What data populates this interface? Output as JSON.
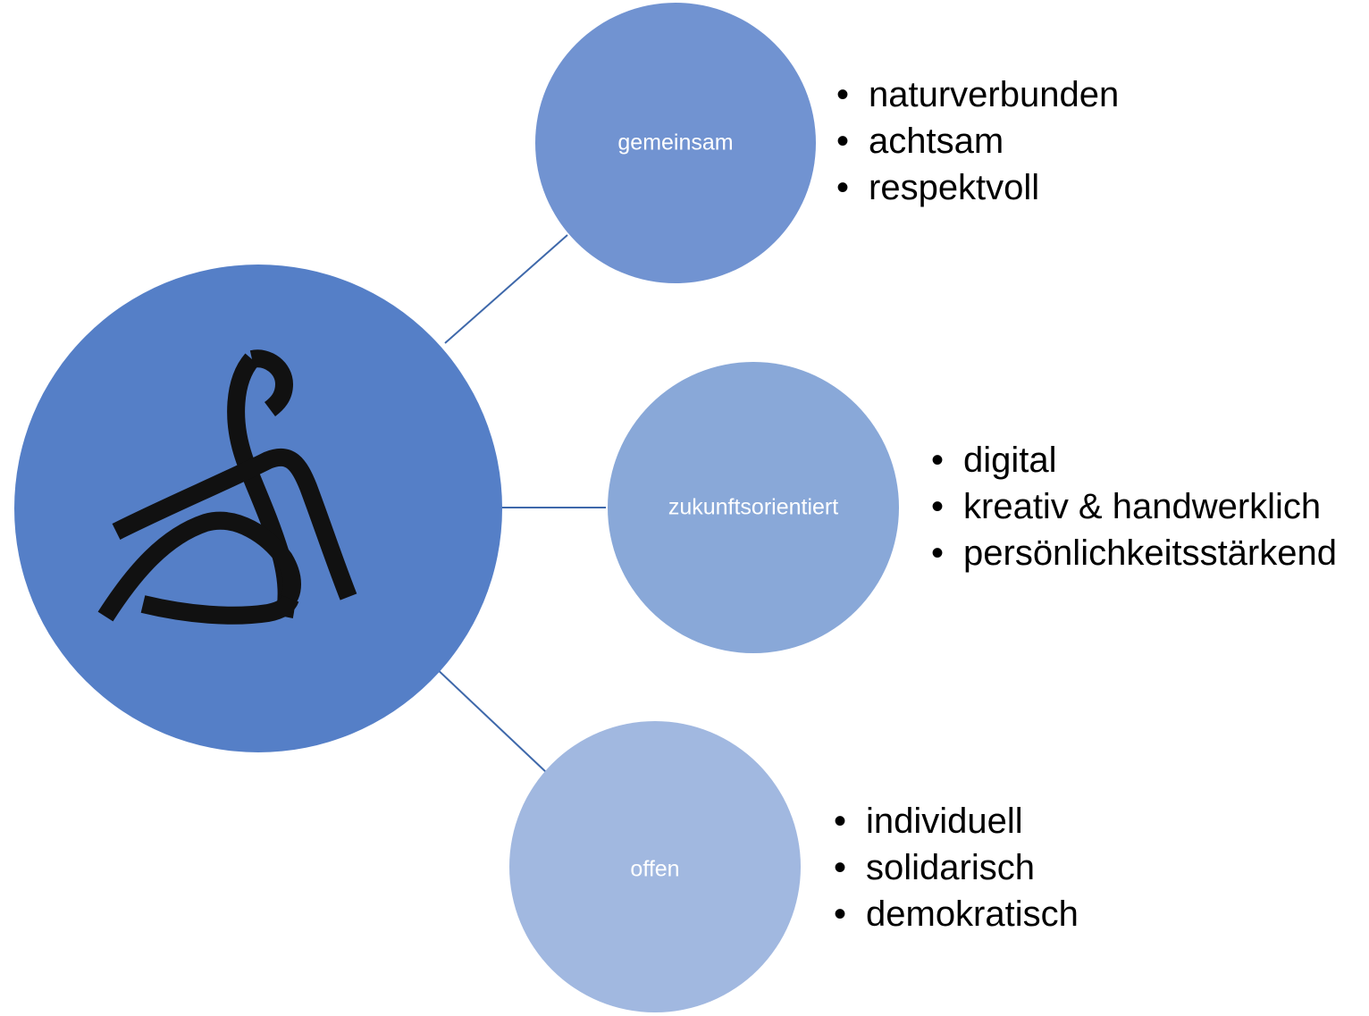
{
  "colors": {
    "hub": "#557fc7",
    "node_top": "#7193d1",
    "node_middle": "#89a8d8",
    "node_bottom": "#a1b8e0",
    "connector": "#3e68aa",
    "logo_stroke": "#111111"
  },
  "hub": {
    "icon": "stylized-figure-logo-icon"
  },
  "nodes": [
    {
      "label": "gemeinsam",
      "items": [
        "naturverbunden",
        "achtsam",
        "respektvoll"
      ]
    },
    {
      "label": "zukunftsorientiert",
      "items": [
        "digital",
        "kreativ & handwerklich",
        "persönlichkeitsstärkend"
      ]
    },
    {
      "label": "offen",
      "items": [
        "individuell",
        "solidarisch",
        "demokratisch"
      ]
    }
  ]
}
